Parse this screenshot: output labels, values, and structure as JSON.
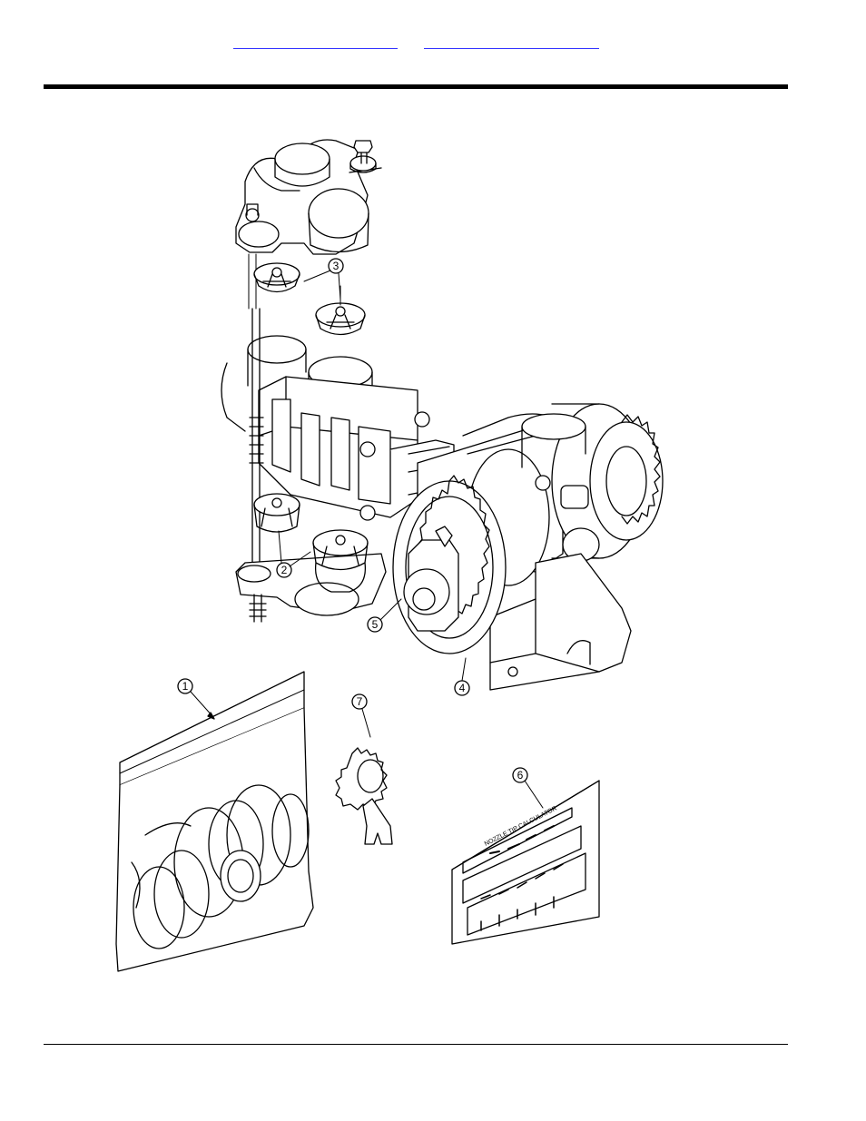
{
  "navigation": {
    "link_left": "",
    "link_right": ""
  },
  "figure": {
    "callouts": [
      "1",
      "2",
      "3",
      "4",
      "5",
      "6",
      "7"
    ],
    "label_text": "NOZZLE TIP CALCULATOR"
  }
}
